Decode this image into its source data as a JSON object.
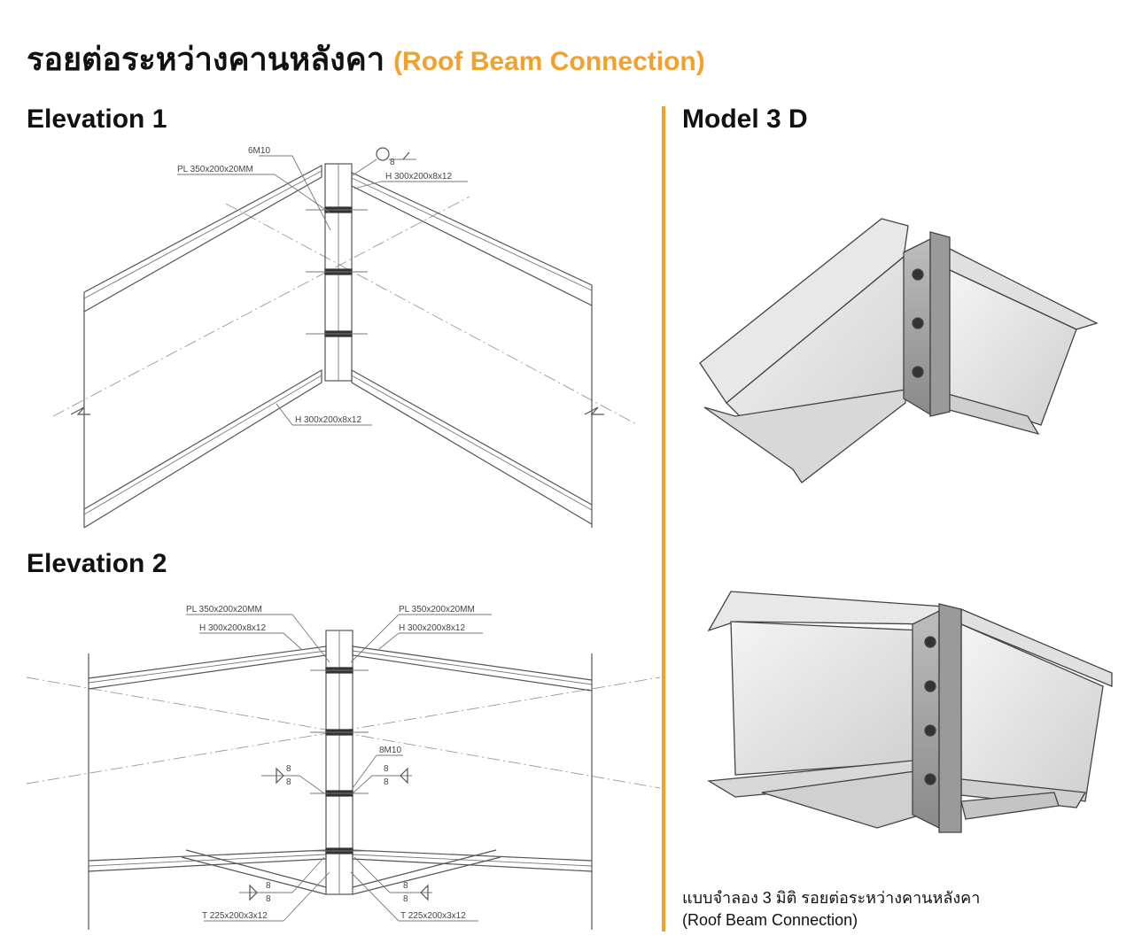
{
  "title": {
    "thai": "รอยต่อระหว่างคานหลังคา",
    "english": "(Roof Beam Connection)"
  },
  "sections": {
    "elevation1": "Elevation 1",
    "elevation2": "Elevation 2",
    "model3d": "Model 3 D"
  },
  "elevation1_labels": {
    "bolts": "6M10",
    "plate": "PL 350x200x20MM",
    "beam_top": "H 300x200x8x12",
    "weld": "8",
    "beam_bottom": "H 300x200x8x12"
  },
  "elevation2_labels": {
    "plate_left": "PL 350x200x20MM",
    "plate_right": "PL 350x200x20MM",
    "beam_left": "H 300x200x8x12",
    "beam_right": "H 300x200x8x12",
    "bolts": "8M10",
    "weld": "8",
    "tee_left": "T 225x200x3x12",
    "tee_right": "T 225x200x3x12"
  },
  "caption": {
    "line1": "แบบจำลอง 3 มิติ รอยต่อระหว่างคานหลังคา",
    "line2": "(Roof Beam Connection)"
  },
  "colors": {
    "accent": "#F2A22C",
    "text": "#111111"
  }
}
